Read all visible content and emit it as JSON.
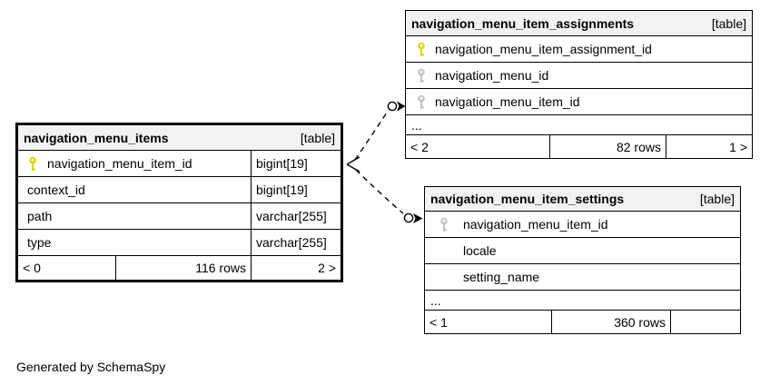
{
  "generator_note": "Generated by SchemaSpy",
  "colors": {
    "primary_key_icon": "#d6d900",
    "foreign_key_icon": "#c4c4c4",
    "table_header_bg": "#f2f2f2",
    "border": "#000000",
    "background": "#ffffff"
  },
  "tables": {
    "items": {
      "name": "navigation_menu_items",
      "tag": "[table]",
      "columns": [
        {
          "name": "navigation_menu_item_id",
          "type": "bigint[19]",
          "key": "primary"
        },
        {
          "name": "context_id",
          "type": "bigint[19]",
          "key": "none"
        },
        {
          "name": "path",
          "type": "varchar[255]",
          "key": "none"
        },
        {
          "name": "type",
          "type": "varchar[255]",
          "key": "none"
        }
      ],
      "pager_prev": "< 0",
      "rows_count": "116 rows",
      "pager_next": "2 >"
    },
    "assignments": {
      "name": "navigation_menu_item_assignments",
      "tag": "[table]",
      "columns": [
        {
          "name": "navigation_menu_item_assignment_id",
          "key": "primary"
        },
        {
          "name": "navigation_menu_id",
          "key": "foreign"
        },
        {
          "name": "navigation_menu_item_id",
          "key": "foreign"
        }
      ],
      "ellipsis": "...",
      "pager_prev": "< 2",
      "rows_count": "82 rows",
      "pager_next": "1 >"
    },
    "settings": {
      "name": "navigation_menu_item_settings",
      "tag": "[table]",
      "columns": [
        {
          "name": "navigation_menu_item_id",
          "key": "foreign"
        },
        {
          "name": "locale",
          "key": "none"
        },
        {
          "name": "setting_name",
          "key": "none"
        }
      ],
      "ellipsis": "...",
      "pager_prev": "< 1",
      "rows_count": "360 rows",
      "pager_next": ""
    }
  },
  "relationships": [
    {
      "from": "navigation_menu_items.navigation_menu_item_id",
      "to": "navigation_menu_item_assignments.navigation_menu_item_id",
      "style": "dashed"
    },
    {
      "from": "navigation_menu_items.navigation_menu_item_id",
      "to": "navigation_menu_item_settings.navigation_menu_item_id",
      "style": "dashed"
    }
  ]
}
